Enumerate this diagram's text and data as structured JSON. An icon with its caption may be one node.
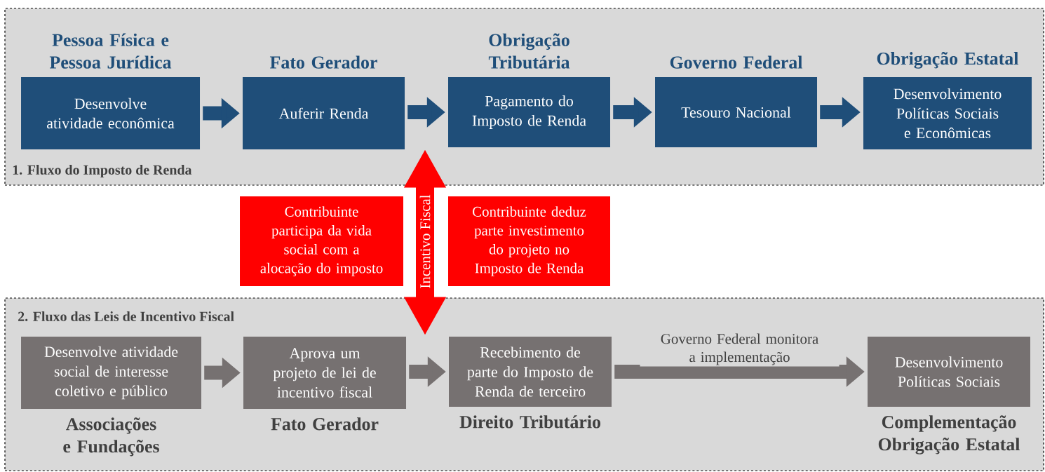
{
  "diagram": {
    "nodes": [
      {
        "text": [
          "1. Fluxo do Imposto de Renda"
        ]
      },
      {
        "text": [
          "Pessoa Física e Pessoa Jurídica",
          "Desenvolve atividade econômica"
        ],
        "in": 0
      },
      {
        "text": [
          "Fato Gerador",
          "Auferir Renda"
        ],
        "in": 0
      },
      {
        "text": [
          "Obrigação Tributária",
          "Pagamento do Imposto de Renda"
        ],
        "in": 0
      },
      {
        "text": [
          "Governo Federal",
          "Tesouro Nacional"
        ],
        "in": 0
      },
      {
        "text": [
          "Obrigação Estatal",
          "Desenvolvimento Políticas Sociais e Econômicas"
        ],
        "in": 0
      },
      {
        "text": [
          "Contribuinte participa da vida social com a alocação do imposto"
        ]
      },
      {
        "text": [
          "Contribuinte deduz parte investimento do projeto no Imposto de Renda"
        ]
      },
      {
        "text": [
          "2. Fluxo das Leis de Incentivo Fiscal"
        ]
      },
      {
        "text": [
          "Desenvolve atividade social de interesse coletivo e público",
          "Associações e Fundações"
        ],
        "in": 8
      },
      {
        "text": [
          "Aprova um projeto de lei de incentivo fiscal",
          "Fato Gerador"
        ],
        "in": 8
      },
      {
        "text": [
          "Recebimento de parte do Imposto de Renda de terceiro",
          "Direito Tributário"
        ],
        "in": 8
      },
      {
        "text": [
          "Desenvolvimento Políticas Sociais",
          "Complementação Obrigação Estatal"
        ],
        "in": 8
      }
    ],
    "edges": [
      {
        "from": 1,
        "to": 2,
        "arrow": "to"
      },
      {
        "from": 2,
        "to": 3,
        "arrow": "to"
      },
      {
        "from": 3,
        "to": 4,
        "arrow": "to"
      },
      {
        "from": 4,
        "to": 5,
        "arrow": "to"
      },
      {
        "from": 0,
        "to": 8,
        "arrow": "both",
        "label": "Incentivo Fiscal",
        "color": "#ff0000"
      },
      {
        "from": 9,
        "to": 10,
        "arrow": "to",
        "color": "#767171"
      },
      {
        "from": 10,
        "to": 11,
        "arrow": "to",
        "color": "#767171"
      },
      {
        "from": 11,
        "to": 12,
        "arrow": "to",
        "color": "#767171",
        "label": "Governo Federal monitora a implementação"
      }
    ]
  }
}
